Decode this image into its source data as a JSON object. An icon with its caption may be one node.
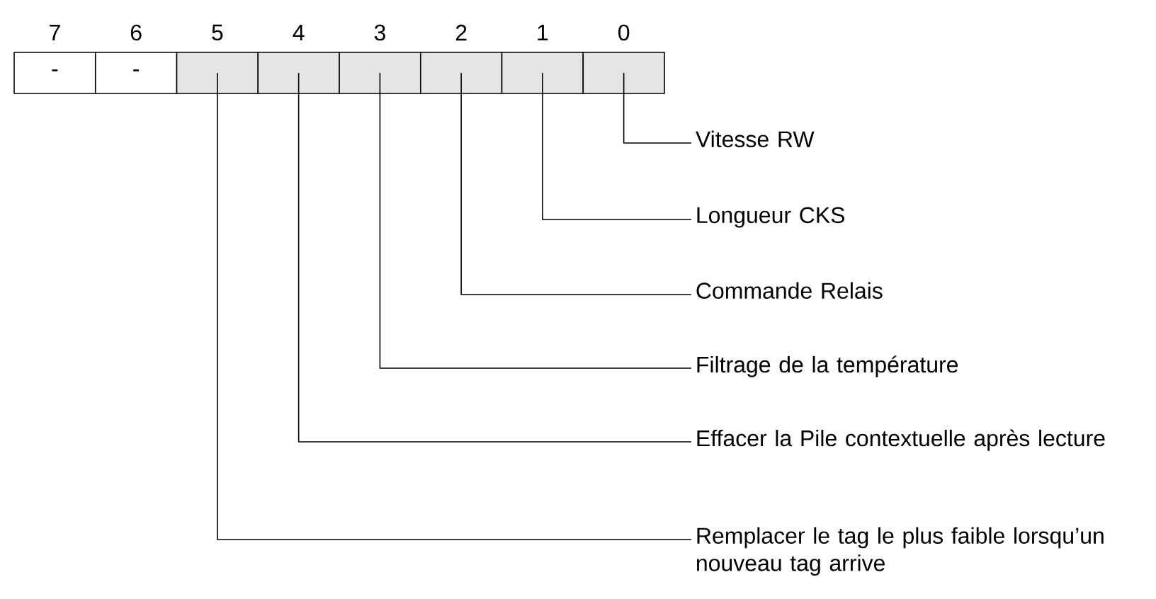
{
  "diagram": {
    "nodes": [
      {
        "text": [
          "-"
        ],
        "beside": [
          "7"
        ]
      },
      {
        "text": [
          "-"
        ],
        "beside": [
          "6"
        ]
      },
      {
        "text": [],
        "shape": "box",
        "beside": [
          "5"
        ]
      },
      {
        "text": [],
        "shape": "box",
        "beside": [
          "4"
        ]
      },
      {
        "text": [],
        "shape": "box",
        "beside": [
          "3"
        ]
      },
      {
        "text": [],
        "shape": "box",
        "beside": [
          "2"
        ]
      },
      {
        "text": [],
        "shape": "box",
        "beside": [
          "1"
        ]
      },
      {
        "text": [],
        "shape": "box",
        "beside": [
          "0"
        ]
      },
      {
        "text": [
          "Vitesse RW"
        ]
      },
      {
        "text": [
          "Longueur CKS"
        ]
      },
      {
        "text": [
          "Commande Relais"
        ]
      },
      {
        "text": [
          "Filtrage de la température"
        ]
      },
      {
        "text": [
          "Effacer la Pile contextuelle après lecture"
        ]
      },
      {
        "text": [
          "Remplacer le tag le plus faible lorsqu’un nouveau tag arrive"
        ]
      }
    ],
    "edges": [
      {
        "from": 8,
        "to": 7,
        "arrow": "none"
      },
      {
        "from": 9,
        "to": 6,
        "arrow": "none"
      },
      {
        "from": 10,
        "to": 5,
        "arrow": "none"
      },
      {
        "from": 11,
        "to": 4,
        "arrow": "none"
      },
      {
        "from": 12,
        "to": 3,
        "arrow": "none"
      },
      {
        "from": 13,
        "to": 2,
        "arrow": "none"
      }
    ]
  }
}
